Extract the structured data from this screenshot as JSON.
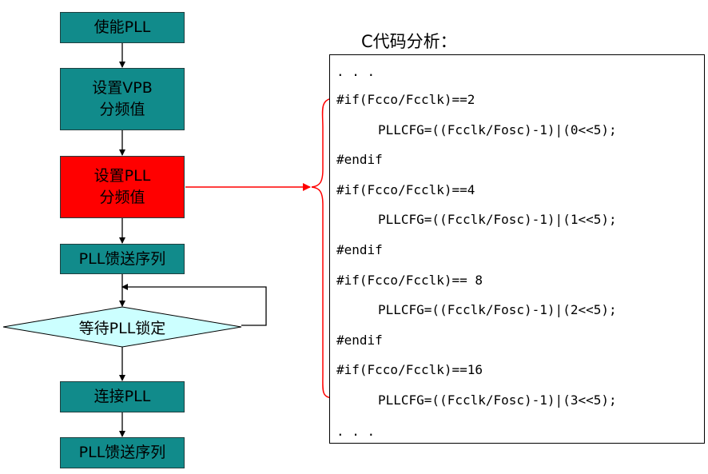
{
  "flowchart": {
    "steps": [
      {
        "id": "enable_pll",
        "lines": [
          "使能PLL"
        ]
      },
      {
        "id": "set_vpb",
        "lines": [
          "设置VPB",
          "分频值"
        ]
      },
      {
        "id": "set_pll_div",
        "lines": [
          "设置PLL",
          "分频值"
        ],
        "highlight": "#ff0000"
      },
      {
        "id": "feed_1",
        "lines": [
          "PLL馈送序列"
        ]
      },
      {
        "id": "wait_lock",
        "lines": [
          "等待PLL锁定"
        ],
        "shape": "diamond"
      },
      {
        "id": "connect_pll",
        "lines": [
          "连接PLL"
        ]
      },
      {
        "id": "feed_2",
        "lines": [
          "PLL馈送序列"
        ]
      }
    ],
    "colors": {
      "process": "#118b8b",
      "highlight": "#ff0000",
      "decision": "#ccffff",
      "connector": "#ff0000"
    }
  },
  "code": {
    "title": "C代码分析：",
    "lines": [
      ". . .",
      "#if(Fcco/Fcclk)==2",
      "PLLCFG=((Fcclk/Fosc)-1)|(0<<5);",
      "#endif",
      "#if(Fcco/Fcclk)==4",
      "PLLCFG=((Fcclk/Fosc)-1)|(1<<5);",
      "#endif",
      "#if(Fcco/Fcclk)== 8",
      "PLLCFG=((Fcclk/Fosc)-1)|(2<<5);",
      "#endif",
      "#if(Fcco/Fcclk)==16",
      "PLLCFG=((Fcclk/Fosc)-1)|(3<<5);",
      ". . ."
    ]
  }
}
